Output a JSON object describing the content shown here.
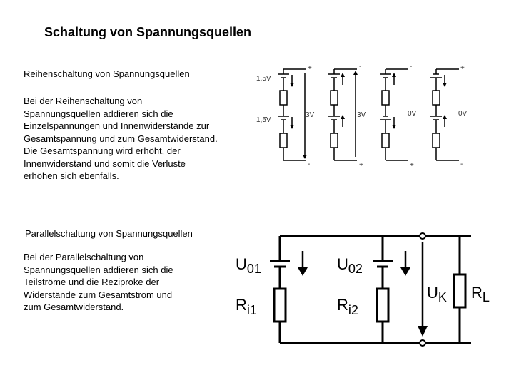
{
  "slide": {
    "title": "Schaltung von Spannungsquellen",
    "series_heading": "Reihenschaltung von Spannungsquellen",
    "series_text": "Bei der Reihenschaltung von\nSpannungsquellen addieren sich die\nEinzelspannungen und Innenwiderstände zur\nGesamtspannung und zum Gesamtwiderstand.\nDie Gesamtspannung wird erhöht, der\nInnenwiderstand und somit die Verluste\nerhöhen sich ebenfalls.",
    "parallel_heading": "Parallelschaltung von Spannungsquellen",
    "parallel_text": "Bei der Parallelschaltung von\nSpannungsquellen addieren sich die\nTeilströme und die Reziproke der\nWiderstände zum Gesamtstrom und\nzum Gesamtwiderstand."
  },
  "series_diagram": {
    "cell_voltage_1": "1,5V",
    "cell_voltage_2": "1,5V",
    "totals": [
      "3V",
      "3V",
      "0V",
      "0V"
    ],
    "top_terminals": [
      "+",
      "-",
      "-",
      "+"
    ],
    "bottom_terminals": [
      "-",
      "+",
      "+",
      "-"
    ]
  },
  "parallel_diagram": {
    "source_1": {
      "U": "U",
      "U_sub": "01",
      "R": "R",
      "R_sub": "i1"
    },
    "source_2": {
      "U": "U",
      "U_sub": "02",
      "R": "R",
      "R_sub": "i2"
    },
    "terminal_voltage": {
      "U": "U",
      "U_sub": "K"
    },
    "load": {
      "R": "R",
      "R_sub": "L"
    }
  }
}
